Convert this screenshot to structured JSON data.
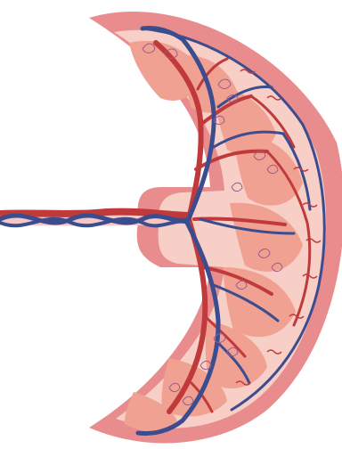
{
  "figure": {
    "colors": {
      "background": "#ffffff",
      "outer_membrane": "#e88c8e",
      "inner_tissue": "#f7cfc6",
      "cotyledon": "#f1a192",
      "cord_pale": "#f5c9c3",
      "artery": "#c0393b",
      "vein": "#3b4d8f",
      "villi_outline": "#ffffff"
    },
    "icons": [
      "placenta-illustration",
      "umbilical-cord",
      "blood-vessel-network",
      "chorionic-villi"
    ]
  }
}
